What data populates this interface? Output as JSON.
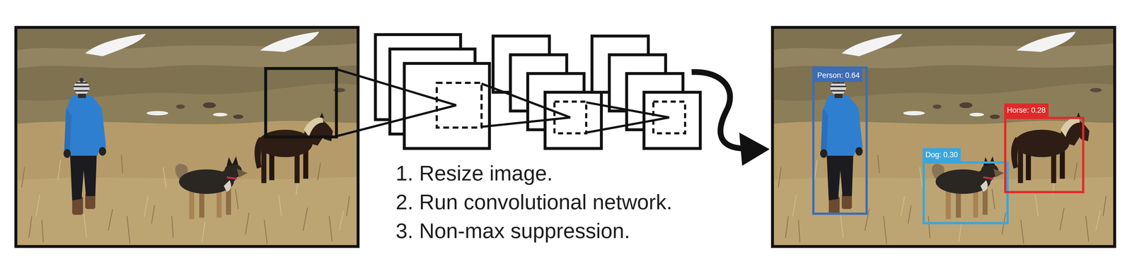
{
  "diagram": {
    "nodes": [
      {
        "text": [
          "Person: 0.64"
        ]
      },
      {
        "text": [
          "Dog: 0.30"
        ]
      },
      {
        "text": [
          "Horse: 0.28"
        ]
      }
    ],
    "labels": [
      "1. Resize image.",
      "2. Run convolutional network.",
      "3. Non-max suppression."
    ]
  }
}
